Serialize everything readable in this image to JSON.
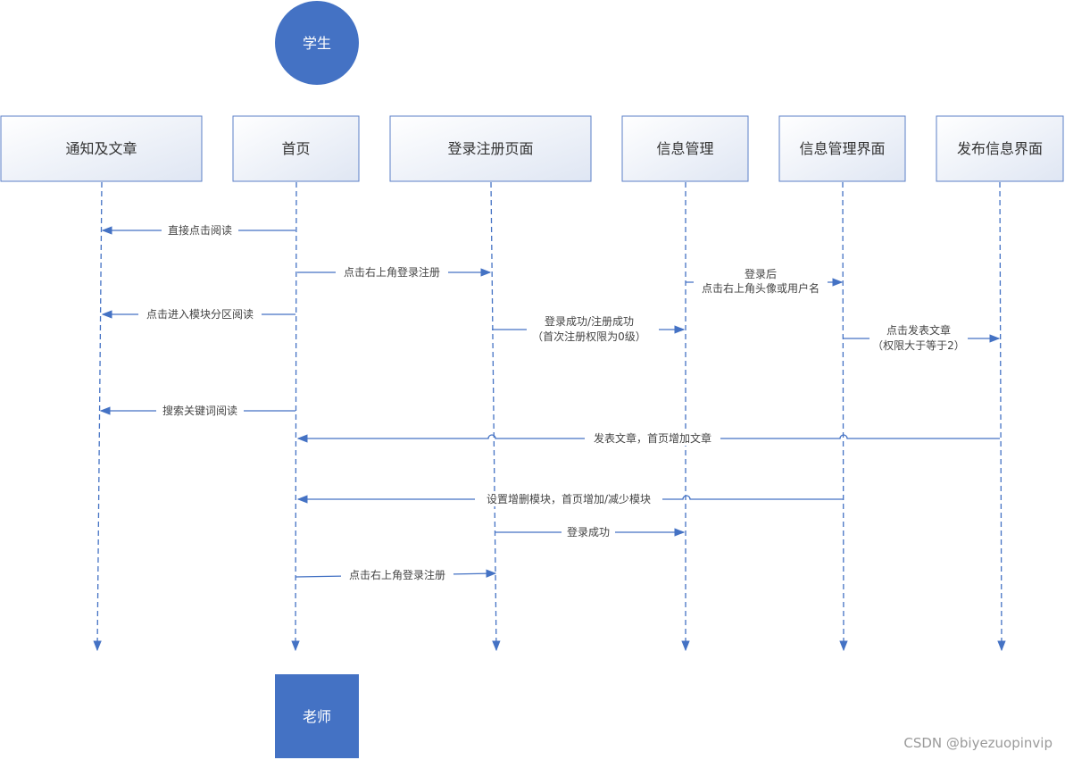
{
  "actors": {
    "student": "学生",
    "teacher": "老师"
  },
  "participants": [
    {
      "id": "notice",
      "label": "通知及文章"
    },
    {
      "id": "home",
      "label": "首页"
    },
    {
      "id": "login",
      "label": "登录注册页面"
    },
    {
      "id": "info",
      "label": "信息管理"
    },
    {
      "id": "info_ui",
      "label": "信息管理界面"
    },
    {
      "id": "publish",
      "label": "发布信息界面"
    }
  ],
  "messages": [
    {
      "from": "home",
      "to": "notice",
      "lines": [
        "直接点击阅读"
      ]
    },
    {
      "from": "home",
      "to": "login",
      "lines": [
        "点击右上角登录注册"
      ]
    },
    {
      "from": "info",
      "to": "info_ui",
      "lines": [
        "登录后",
        "点击右上角头像或用户名"
      ]
    },
    {
      "from": "home",
      "to": "notice",
      "lines": [
        "点击进入模块分区阅读"
      ]
    },
    {
      "from": "login",
      "to": "info",
      "lines": [
        "登录成功/注册成功",
        "（首次注册权限为0级）"
      ]
    },
    {
      "from": "info_ui",
      "to": "publish",
      "lines": [
        "点击发表文章",
        "（权限大于等于2）"
      ]
    },
    {
      "from": "home",
      "to": "notice",
      "lines": [
        "搜索关键词阅读"
      ]
    },
    {
      "from": "publish",
      "to": "home",
      "lines": [
        "发表文章，首页增加文章"
      ]
    },
    {
      "from": "info_ui",
      "to": "home",
      "lines": [
        "设置增删模块，首页增加/减少模块"
      ]
    },
    {
      "from": "login",
      "to": "info",
      "lines": [
        "登录成功"
      ]
    },
    {
      "from": "home",
      "to": "login",
      "lines": [
        "点击右上角登录注册"
      ]
    }
  ],
  "watermark": "CSDN @biyezuopinvip",
  "colors": {
    "line": "#4472c4",
    "actor_fill": "#4472c4",
    "box_border": "#5b7fc7"
  }
}
